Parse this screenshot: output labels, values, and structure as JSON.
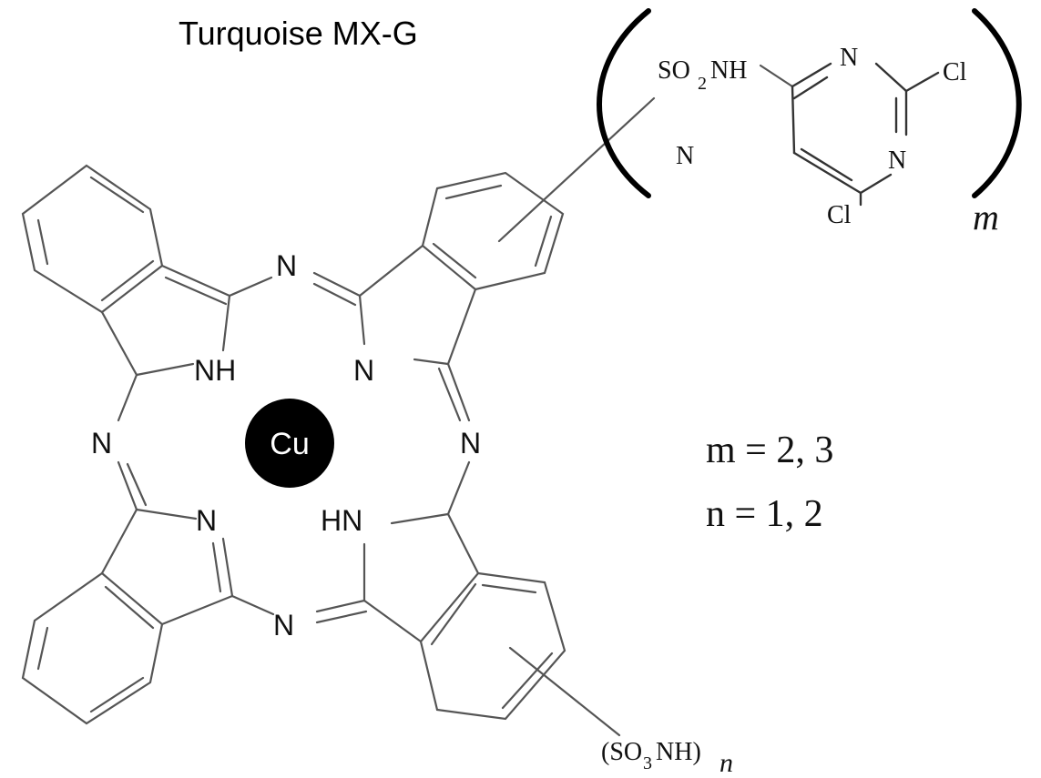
{
  "title": "Turquoise MX-G",
  "atoms": {
    "n_top": "N",
    "nh_left": "NH",
    "n_upper_right": "N",
    "n_left": "N",
    "n_right": "N",
    "n_lower_left": "N",
    "hn_lower_right": "HN",
    "n_bottom": "N",
    "cu": "Cu"
  },
  "substituent": {
    "so2nh_main": "SO",
    "so2nh_sub": "2",
    "so2nh_tail": "NH",
    "n_ring_top": "N",
    "cl_top": "Cl",
    "n_ring_right": "N",
    "cl_bottom": "Cl",
    "n_free": "N",
    "m_subscript": "m"
  },
  "sulfonamide": {
    "prefix": "(SO",
    "sub": "3",
    "mid": "NH)",
    "n_subscript": "n"
  },
  "legend": {
    "m_line": "m = 2, 3",
    "n_line": "n = 1, 2"
  }
}
